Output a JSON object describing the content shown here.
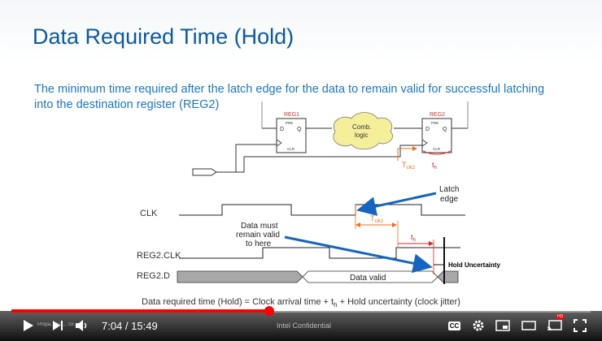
{
  "slide": {
    "title": "Data Required Time (Hold)",
    "subtitle": "The minimum time required after the latch edge for the data to remain valid for successful latching into the destination register (REG2)",
    "reg1_label": "REG1",
    "reg2_label": "REG2",
    "pin_d": "D",
    "pin_q": "Q",
    "pin_pre": "PRE",
    "pin_clr": "CLR",
    "comb_logic": [
      "Comb.",
      "logic"
    ],
    "tclk_main": "T",
    "tclk_sub": "clk2",
    "th_main": "t",
    "th_sub": "h",
    "latch_edge": [
      "Latch",
      "edge"
    ],
    "data_must": [
      "Data must",
      "remain valid",
      "to here"
    ],
    "sig_clk": "CLK",
    "sig_reg2clk": "REG2.CLK",
    "sig_reg2d": "REG2.D",
    "data_valid": "Data valid",
    "hold_uncertainty": "Hold Uncertainty",
    "formula": "Data required time (Hold) = Clock arrival time + t",
    "formula_sub": "h",
    "formula_tail": " + Hold uncertainty (clock jitter)"
  },
  "player": {
    "current_time": "7:04",
    "duration": "15:49",
    "time_display": "7:04 / 15:49",
    "chapter_title": "Propa... Sol... Gr...",
    "watermark": "Intel Confidential",
    "progress_fraction": 0.445,
    "cc_label": "CC",
    "hd_badge": "HD"
  },
  "colors": {
    "title": "#0a5a9e",
    "subtitle": "#1a78c2",
    "orange": "#e8731d",
    "red": "#e02020",
    "blue_arrow": "#1565c0",
    "progress": "#ff0000"
  }
}
